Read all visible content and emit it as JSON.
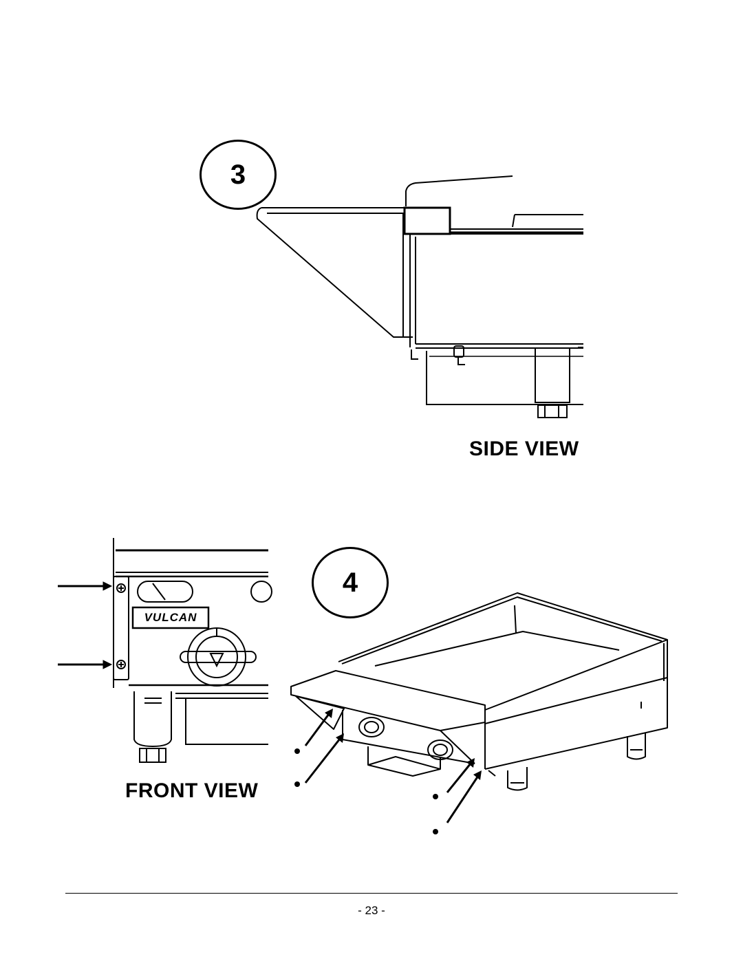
{
  "steps": [
    {
      "number": "3",
      "view_label": "SIDE VIEW"
    },
    {
      "number": "4",
      "view_label": "FRONT VIEW"
    }
  ],
  "brand_logo_text": "VULCAN",
  "footer": {
    "page_number": "- 23 -"
  }
}
